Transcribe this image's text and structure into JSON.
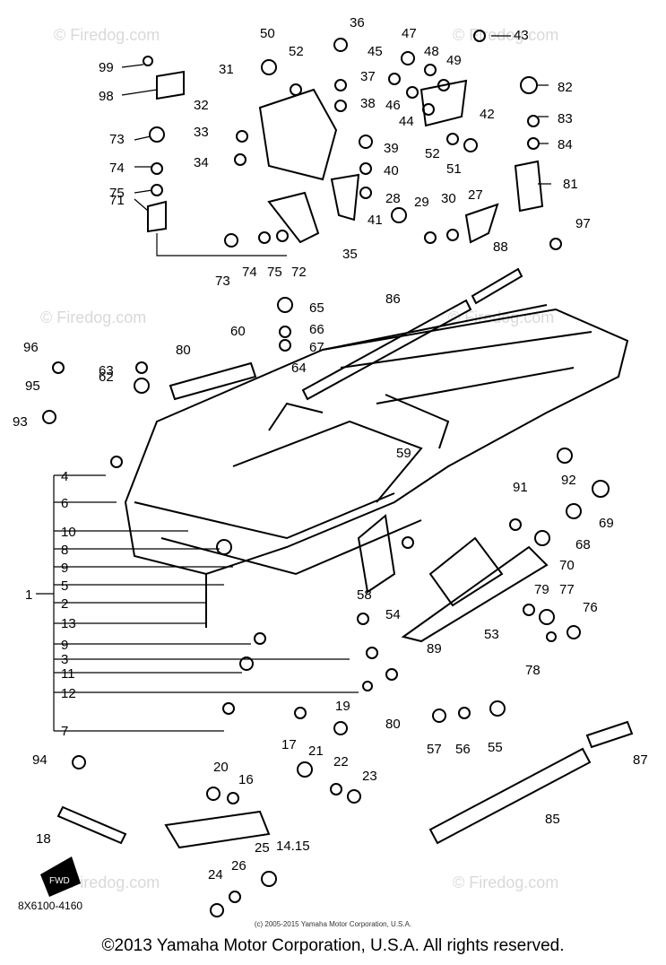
{
  "watermarks": [
    "© Firedog.com",
    "© Firedog.com",
    "© Firedog.com",
    "© Firedog.com",
    "© Firedog.com",
    "© Firedog.com"
  ],
  "part_code": "8X6100-4160",
  "fwd_tag": "FWD",
  "copyright_small": "(c) 2005-2015 Yamaha Motor Corporation, U.S.A.",
  "copyright_main": "©2013 Yamaha Motor Corporation, U.S.A. All rights reserved.",
  "callouts": [
    "50",
    "36",
    "52",
    "47",
    "48",
    "43",
    "99",
    "31",
    "37",
    "45",
    "49",
    "98",
    "32",
    "38",
    "46",
    "44",
    "42",
    "82",
    "33",
    "83",
    "73",
    "39",
    "52",
    "84",
    "34",
    "40",
    "51",
    "74",
    "81",
    "75",
    "28",
    "29",
    "30",
    "27",
    "41",
    "71",
    "35",
    "97",
    "73",
    "74",
    "75",
    "72",
    "88",
    "86",
    "65",
    "66",
    "67",
    "96",
    "60",
    "63",
    "80",
    "62",
    "64",
    "95",
    "93",
    "59",
    "92",
    "91",
    "4",
    "69",
    "6",
    "10",
    "68",
    "8",
    "70",
    "9",
    "5",
    "58",
    "79",
    "77",
    "1",
    "76",
    "2",
    "54",
    "53",
    "13",
    "89",
    "9",
    "78",
    "3",
    "11",
    "12",
    "80",
    "19",
    "57",
    "56",
    "55",
    "94",
    "7",
    "17",
    "21",
    "22",
    "20",
    "23",
    "16",
    "87",
    "18",
    "85",
    "14.15",
    "25",
    "24",
    "26"
  ]
}
